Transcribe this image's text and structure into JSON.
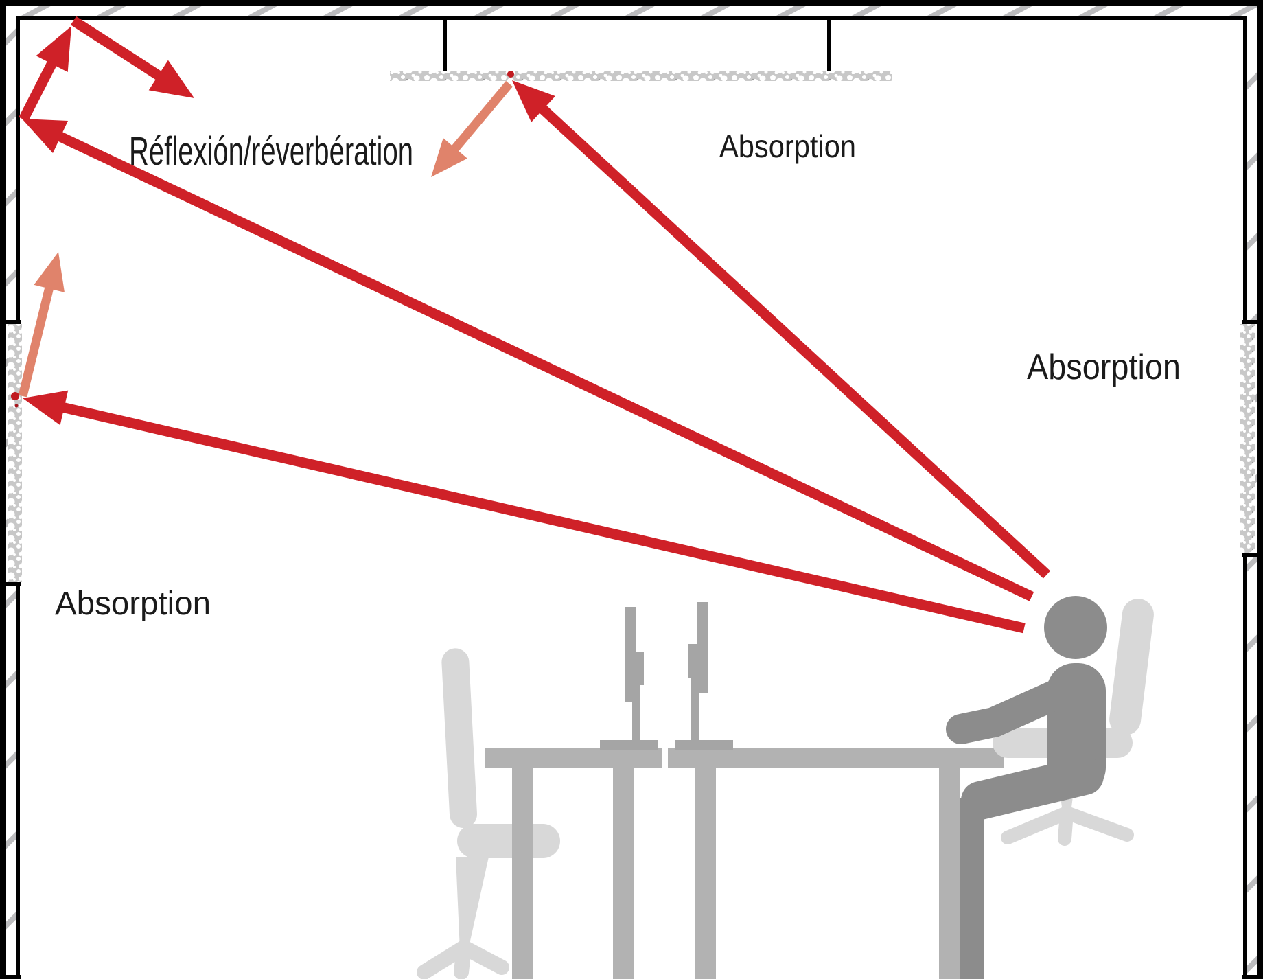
{
  "diagram": {
    "description": "Room acoustics section: sound rays from seated person reflect and are absorbed",
    "labels": {
      "reflection": "Réflexión/réverbération",
      "absorption_ceiling": "Absorption",
      "absorption_wall_right": "Absorption",
      "absorption_wall_left": "Absorption"
    },
    "colors": {
      "ray_red": "#cf2128",
      "ray_salmon": "#e0836b",
      "impact_dot": "#c11b21",
      "wall_line": "#000000",
      "wall_hatch": "#bcbcbe",
      "panel_texture_base": "#c8c8c8",
      "panel_texture_holes": "#ffffff",
      "person": "#8c8c8c",
      "desk": "#b2b2b2",
      "monitor": "#a5a5a5",
      "chair": "#d8d8d8",
      "label_text": "#1a1a1a"
    },
    "elements": {
      "sound_source": "person-head",
      "red_rays": [
        "ray-to-ceiling-absorber-panel",
        "ray-to-upper-left-wall-then-corner-reflection",
        "ray-to-left-wall-absorber-panel"
      ],
      "reflection_bounces": [
        "wall-to-ceiling-corner-bounce",
        "corner-to-room-bounce"
      ],
      "salmon_absorbed_arrows": [
        "absorbed-at-ceiling-panel",
        "absorbed-at-left-wall-panel"
      ],
      "absorber_panels": [
        "ceiling-panel",
        "left-wall-panel",
        "right-wall-panel"
      ],
      "furniture": [
        "empty-office-chair",
        "desk-left",
        "desk-right",
        "monitor-left",
        "monitor-right",
        "person-office-chair",
        "seated-person"
      ]
    }
  }
}
